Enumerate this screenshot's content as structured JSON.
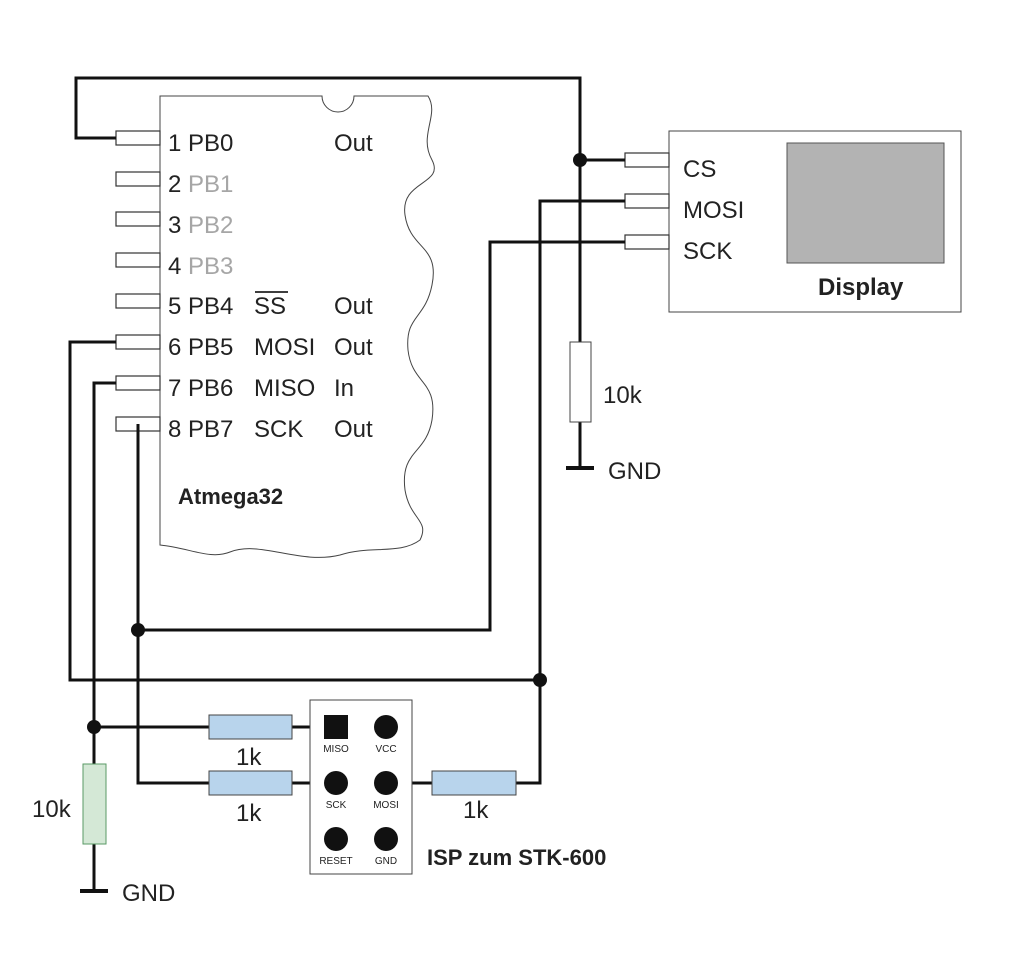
{
  "mcu": {
    "name": "Atmega32",
    "pins": [
      {
        "num": "1",
        "port": "PB0",
        "func": "",
        "dir": "Out",
        "active": true
      },
      {
        "num": "2",
        "port": "PB1",
        "func": "",
        "dir": "",
        "active": false
      },
      {
        "num": "3",
        "port": "PB2",
        "func": "",
        "dir": "",
        "active": false
      },
      {
        "num": "4",
        "port": "PB3",
        "func": "",
        "dir": "",
        "active": false
      },
      {
        "num": "5",
        "port": "PB4",
        "func": "SS",
        "dir": "Out",
        "active": true
      },
      {
        "num": "6",
        "port": "PB5",
        "func": "MOSI",
        "dir": "Out",
        "active": true
      },
      {
        "num": "7",
        "port": "PB6",
        "func": "MISO",
        "dir": "In",
        "active": true
      },
      {
        "num": "8",
        "port": "PB7",
        "func": "SCK",
        "dir": "Out",
        "active": true
      }
    ]
  },
  "display": {
    "title": "Display",
    "pins": [
      "CS",
      "MOSI",
      "SCK"
    ],
    "screen_color": "#b3b3b3"
  },
  "resistors": {
    "pulldown_cs": "10k",
    "pulldown_miso": "10k",
    "miso": "1k",
    "sck": "1k",
    "mosi": "1k"
  },
  "ground": {
    "right": "GND",
    "left": "GND"
  },
  "isp": {
    "title": "ISP zum STK-600",
    "pins": [
      "MISO",
      "VCC",
      "SCK",
      "MOSI",
      "RESET",
      "GND"
    ]
  },
  "colors": {
    "resistor_blue": "#b8d4ec",
    "resistor_green": "#d4e8d6"
  }
}
